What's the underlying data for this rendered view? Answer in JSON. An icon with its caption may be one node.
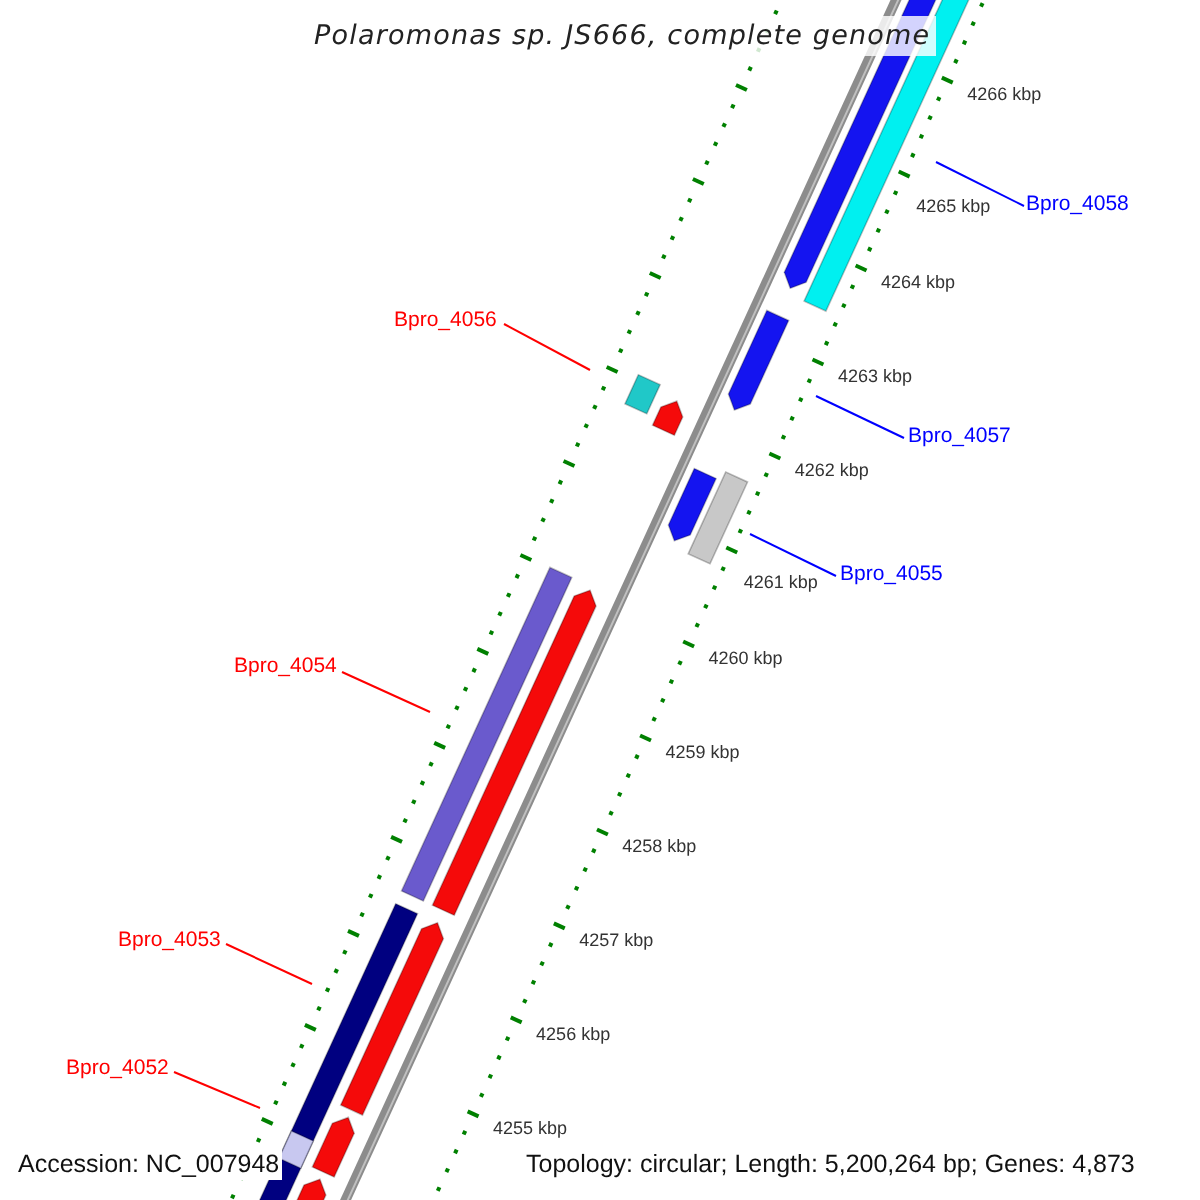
{
  "diagram": {
    "title": "Polaromonas sp. JS666, complete genome",
    "nodes": [
      {
        "text": [
          "Bpro_4058"
        ]
      },
      {
        "text": [
          "Bpro_4056"
        ]
      },
      {
        "text": [
          "Bpro_4057"
        ]
      },
      {
        "text": [
          "Bpro_4055"
        ]
      },
      {
        "text": [
          "Bpro_4054"
        ]
      },
      {
        "text": [
          "Bpro_4053"
        ]
      },
      {
        "text": [
          "Bpro_4052"
        ]
      }
    ],
    "edges": [
      {
        "from": 0,
        "to": null,
        "arrow": "none",
        "color": "#0000ff"
      },
      {
        "from": 1,
        "to": null,
        "arrow": "none",
        "color": "#ff0000"
      },
      {
        "from": 2,
        "to": null,
        "arrow": "none",
        "color": "#0000ff"
      },
      {
        "from": 3,
        "to": null,
        "arrow": "none",
        "color": "#0000ff"
      },
      {
        "from": 4,
        "to": null,
        "arrow": "none",
        "color": "#ff0000"
      },
      {
        "from": 5,
        "to": null,
        "arrow": "none",
        "color": "#ff0000"
      },
      {
        "from": 6,
        "to": null,
        "arrow": "none",
        "color": "#ff0000"
      }
    ],
    "labels": [
      "4266 kbp",
      "4265 kbp",
      "4264 kbp",
      "4263 kbp",
      "4262 kbp",
      "4261 kbp",
      "4260 kbp",
      "4259 kbp",
      "4258 kbp",
      "4257 kbp",
      "4256 kbp",
      "4255 kbp",
      "Accession: NC_007948",
      "Topology: circular; Length: 5,200,264 bp; Genes: 4,873"
    ]
  }
}
